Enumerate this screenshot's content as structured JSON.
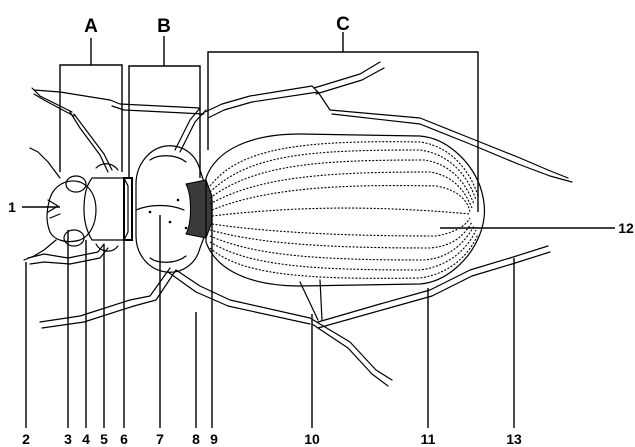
{
  "regions": [
    {
      "id": "A",
      "label": "A"
    },
    {
      "id": "B",
      "label": "B"
    },
    {
      "id": "C",
      "label": "C"
    }
  ],
  "part_numbers": [
    "1",
    "2",
    "3",
    "4",
    "5",
    "6",
    "7",
    "8",
    "9",
    "10",
    "11",
    "12",
    "13"
  ]
}
